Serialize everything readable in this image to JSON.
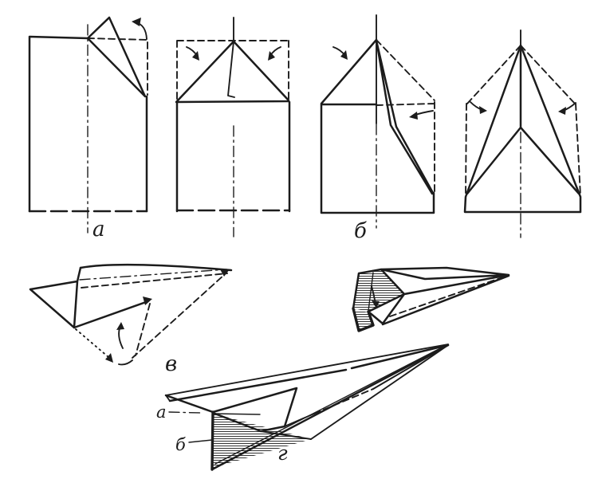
{
  "diagram": {
    "colors": {
      "ink": "#1c1c1c",
      "background": "#ffffff"
    },
    "steps": {
      "a_label": "а",
      "b_label": "б",
      "v_label": "в",
      "g_label": "г"
    },
    "final_plane_callouts": {
      "wing_label": "а",
      "keel_label": "б"
    },
    "icons": {
      "fold_arrow": "curved-fold-direction-arrow"
    }
  }
}
